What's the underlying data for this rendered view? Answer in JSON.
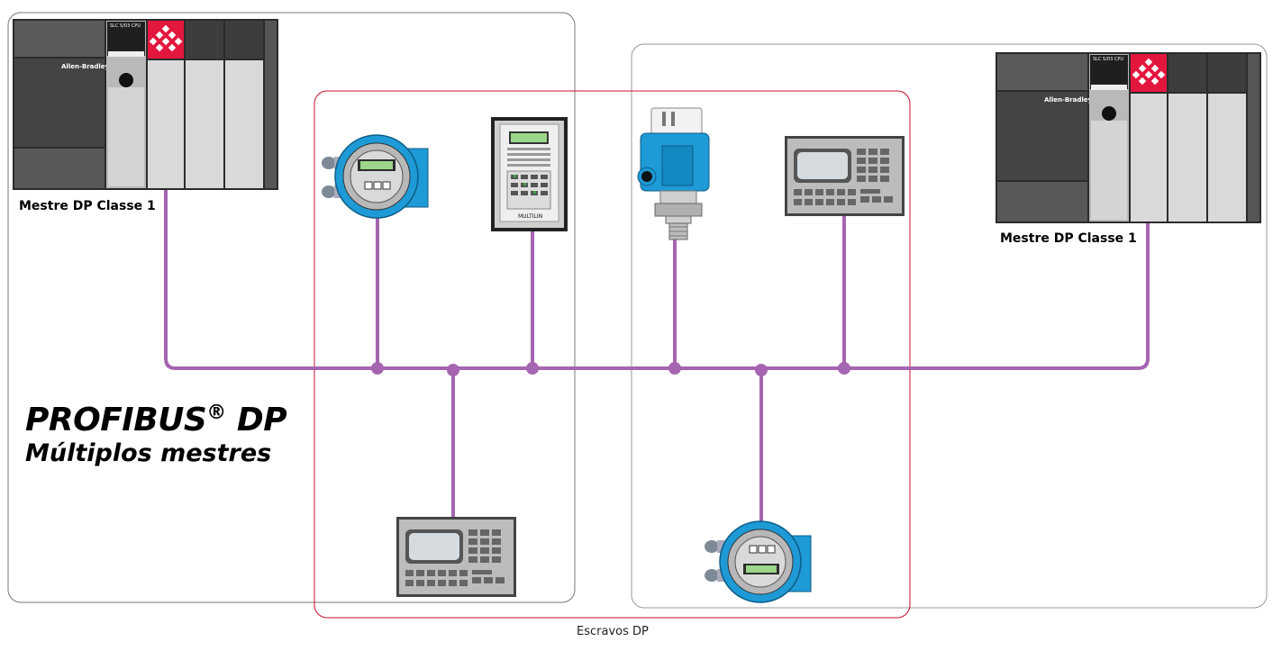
{
  "diagram": {
    "title": "PROFIBUS",
    "title_mark": "®",
    "title_suffix": " DP",
    "subtitle": "Múltiplos mestres",
    "masters": [
      {
        "label": "Mestre DP Classe 1"
      },
      {
        "label": "Mestre DP Classe 1"
      }
    ],
    "slaves_group_label": "Escravos DP",
    "plc": {
      "brand": "Allen-Bradley",
      "cpu_label": "SLC 5/03 CPU"
    },
    "relay": {
      "brand": "MULTILIN"
    },
    "colors": {
      "bus": "#a565b0",
      "slave_group_border": "#c8102e",
      "master_group_border": "#777777",
      "transmitter_blue": "#1e9ad6",
      "plc_logo_red": "#e3173e"
    }
  }
}
